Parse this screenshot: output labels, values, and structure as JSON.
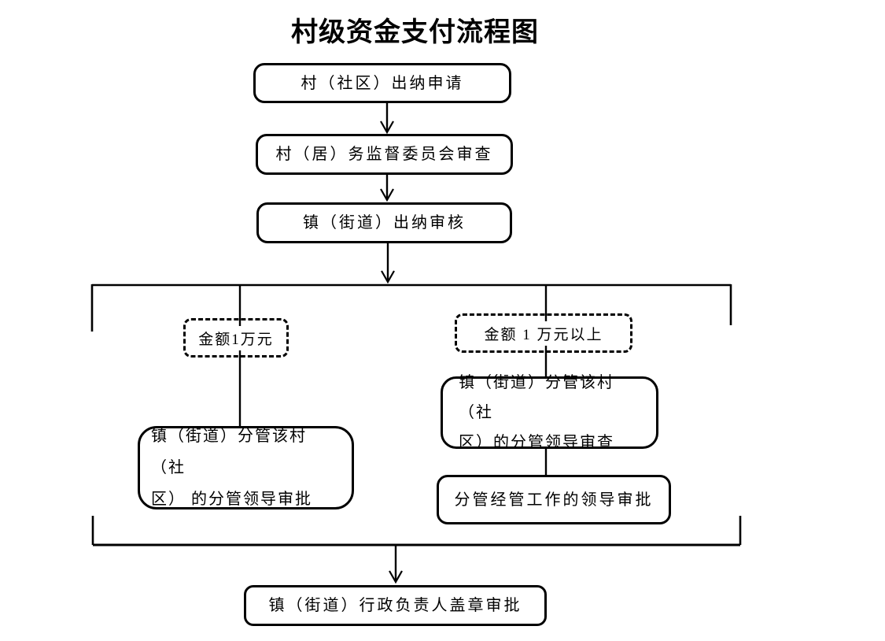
{
  "title": "村级资金支付流程图",
  "colors": {
    "ink": "#000000",
    "paper": "#ffffff"
  },
  "flowchart": {
    "nodes": {
      "apply": "村（社区）出纳申请",
      "committee_review": "村（居）务监督委员会审查",
      "town_cashier_check": "镇（街道）出纳审核",
      "condition_left": "金额1万元",
      "condition_right": "金额 1 万元以上",
      "left_leader_approve": "镇（街道）分管该村（社\n区） 的分管领导审批",
      "right_leader_review": "镇（街道）分管该村（社\n区）的分管领导审查",
      "right_mgmt_leader_approve": "分管经管工作的领导审批",
      "final_seal_approve": "镇（街道）行政负责人盖章审批"
    }
  }
}
